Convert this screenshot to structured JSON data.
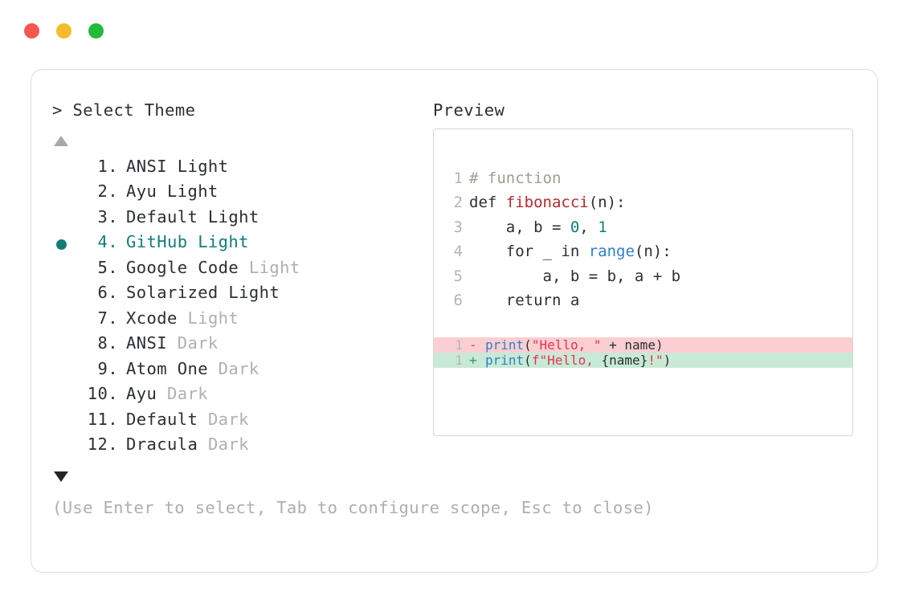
{
  "window": {
    "dots": [
      {
        "name": "close",
        "color": "#f9564f"
      },
      {
        "name": "minimize",
        "color": "#f6bb2b"
      },
      {
        "name": "maximize",
        "color": "#23bb3c"
      }
    ]
  },
  "picker": {
    "prompt_symbol": ">",
    "title": "Select Theme",
    "scroll_up_indicator": "▲",
    "scroll_down_indicator": "▼",
    "selected_index": 4,
    "items": [
      {
        "number": "1.",
        "name": "ANSI Light",
        "variant": "",
        "selected": false
      },
      {
        "number": "2.",
        "name": "Ayu Light",
        "variant": "",
        "selected": false
      },
      {
        "number": "3.",
        "name": "Default Light",
        "variant": "",
        "selected": false
      },
      {
        "number": "4.",
        "name": "GitHub Light",
        "variant": "",
        "selected": true
      },
      {
        "number": "5.",
        "name": "Google Code",
        "variant": "Light",
        "selected": false
      },
      {
        "number": "6.",
        "name": "Solarized Light",
        "variant": "",
        "selected": false
      },
      {
        "number": "7.",
        "name": "Xcode",
        "variant": "Light",
        "selected": false
      },
      {
        "number": "8.",
        "name": "ANSI",
        "variant": "Dark",
        "selected": false
      },
      {
        "number": "9.",
        "name": "Atom One",
        "variant": "Dark",
        "selected": false
      },
      {
        "number": "10.",
        "name": "Ayu",
        "variant": "Dark",
        "selected": false
      },
      {
        "number": "11.",
        "name": "Default",
        "variant": "Dark",
        "selected": false
      },
      {
        "number": "12.",
        "name": "Dracula",
        "variant": "Dark",
        "selected": false
      }
    ]
  },
  "preview": {
    "title": "Preview",
    "code_lines": [
      {
        "number": "1",
        "tokens": [
          {
            "text": "# function",
            "cls": "tk-comment"
          }
        ]
      },
      {
        "number": "2",
        "tokens": [
          {
            "text": "def ",
            "cls": "tk-kw"
          },
          {
            "text": "fibonacci",
            "cls": "tk-fn"
          },
          {
            "text": "(n):",
            "cls": "tk-plain"
          }
        ]
      },
      {
        "number": "3",
        "tokens": [
          {
            "text": "    a, b = ",
            "cls": "tk-plain"
          },
          {
            "text": "0",
            "cls": "tk-num"
          },
          {
            "text": ", ",
            "cls": "tk-plain"
          },
          {
            "text": "1",
            "cls": "tk-num"
          }
        ]
      },
      {
        "number": "4",
        "tokens": [
          {
            "text": "    for _ in ",
            "cls": "tk-plain"
          },
          {
            "text": "range",
            "cls": "tk-builtin"
          },
          {
            "text": "(n):",
            "cls": "tk-plain"
          }
        ]
      },
      {
        "number": "5",
        "tokens": [
          {
            "text": "        a, b = b, a + b",
            "cls": "tk-plain"
          }
        ]
      },
      {
        "number": "6",
        "tokens": [
          {
            "text": "    return a",
            "cls": "tk-plain"
          }
        ]
      }
    ],
    "diff_lines": [
      {
        "number": "1",
        "marker": "-",
        "kind": "del",
        "tokens": [
          {
            "text": "print",
            "cls": "tk-builtin"
          },
          {
            "text": "(",
            "cls": "tk-plain"
          },
          {
            "text": "\"Hello, \"",
            "cls": "tk-str"
          },
          {
            "text": " + name)",
            "cls": "tk-plain"
          }
        ]
      },
      {
        "number": "1",
        "marker": "+",
        "kind": "add",
        "tokens": [
          {
            "text": "print",
            "cls": "tk-builtin"
          },
          {
            "text": "(",
            "cls": "tk-plain"
          },
          {
            "text": "f\"Hello, ",
            "cls": "tk-str"
          },
          {
            "text": "{name}",
            "cls": "tk-plain"
          },
          {
            "text": "!\"",
            "cls": "tk-str"
          },
          {
            "text": ")",
            "cls": "tk-plain"
          }
        ]
      }
    ]
  },
  "footer": {
    "hint": "(Use Enter to select, Tab to configure scope, Esc to close)"
  },
  "colors": {
    "accent_teal": "#127d78",
    "diff_add_bg": "#c8e9d6",
    "diff_del_bg": "#fbcfd2",
    "muted": "#b0b0b0"
  }
}
